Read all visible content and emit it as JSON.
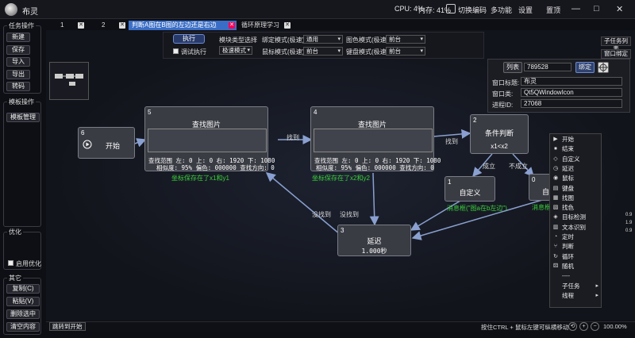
{
  "app": {
    "title": "布灵"
  },
  "system": {
    "cpu": "CPU: 4%",
    "mem": "内存: 41%",
    "switch_code": "切换编码",
    "multi_monitor": "多功能",
    "settings": "设置",
    "pin": "置顶"
  },
  "window_controls": {
    "minimize": "—",
    "maximize": "□",
    "close": "✕"
  },
  "tabs": [
    {
      "label": "1",
      "close": "✕"
    },
    {
      "label": "2",
      "close": "✕"
    },
    {
      "label": "判断A图在B图的左边还是右边",
      "close": "✕"
    },
    {
      "label": "循环原理学习",
      "close": "✕"
    }
  ],
  "sidebar": {
    "task_group": "任务操作",
    "task_buttons": [
      "新建",
      "保存",
      "导入",
      "导出",
      "转码"
    ],
    "template_group": "模板操作",
    "template_button": "模板管理",
    "optimize_group": "优化",
    "optimize_checkbox": "启用优化",
    "other_group": "其它",
    "other_buttons": [
      "复制(C)",
      "粘贴(V)",
      "删除选中",
      "清空内容"
    ]
  },
  "toolbar": {
    "execute": "执行",
    "debug_exec": "调试执行",
    "bind_type_label": "模块类型选择",
    "bind_type_value": "极速模式",
    "bind_mode_label": "绑定模式(极速):",
    "bind_mode_value": "通用",
    "mouse_mode_label": "鼠标模式(极速):",
    "mouse_mode_value": "前台",
    "image_mode_label": "图色模式(极速):",
    "image_mode_value": "前台",
    "keyboard_mode_label": "键盘模式(极速):",
    "keyboard_mode_value": "前台"
  },
  "window_panel": {
    "list_button": "列表",
    "handle": "789528",
    "bind_button": "绑定",
    "title_label": "窗口标题:",
    "title_value": "布灵",
    "class_label": "窗口类:",
    "class_value": "Qt5QWindowIcon",
    "pid_label": "进程ID:",
    "pid_value": "27068"
  },
  "right_tabs": {
    "subtask_list": "子任务列表",
    "window_bind": "窗口绑定"
  },
  "right_edge": [
    "0.9",
    "1.9",
    "0.9"
  ],
  "nodes": {
    "start": {
      "num": "6",
      "title": "开始"
    },
    "find1": {
      "num": "5",
      "title": "查找图片",
      "line1": "查找范围 左: 0 上: 0 右: 1920 下: 1080",
      "line2": "相似度: 95% 偏色: 000000 查找方向: 0",
      "caption": "坐标保存在了x1和y1"
    },
    "find2": {
      "num": "4",
      "title": "查找图片",
      "line1": "查找范围 左: 0 上: 0 右: 1920 下: 1080",
      "line2": "相似度: 95% 偏色: 000000 查找方向: 0",
      "caption": "坐标保存在了x2和y2"
    },
    "cond": {
      "num": "2",
      "title": "条件判断",
      "expr": "x1<x2"
    },
    "custom1": {
      "num": "1",
      "title": "自定义",
      "caption": "消息框(\"图a在b左边\")"
    },
    "custom0": {
      "num": "0",
      "title": "自定",
      "caption": "消息框("
    },
    "delay": {
      "num": "3",
      "title": "延迟",
      "value": "1.000秒"
    }
  },
  "edge_labels": {
    "found1": "找到",
    "found2": "找到",
    "success": "成立",
    "fail": "不成立",
    "notfound1": "没找到",
    "notfound2": "没找到"
  },
  "context_menu": [
    {
      "icon": "▶",
      "label": "开始"
    },
    {
      "icon": "⏹",
      "label": "结束"
    },
    {
      "icon": "◇",
      "label": "自定义"
    },
    {
      "icon": "◷",
      "label": "延迟"
    },
    {
      "icon": "◉",
      "label": "鼠标"
    },
    {
      "icon": "▤",
      "label": "键盘"
    },
    {
      "icon": "▦",
      "label": "找图"
    },
    {
      "icon": "▧",
      "label": "找色"
    },
    {
      "icon": "◈",
      "label": "目标检测"
    },
    {
      "icon": "▥",
      "label": "文本识别"
    },
    {
      "icon": "◔",
      "label": "定时"
    },
    {
      "icon": "⑂",
      "label": "判断"
    },
    {
      "icon": "↻",
      "label": "循环"
    },
    {
      "icon": "⚄",
      "label": "随机"
    },
    {
      "icon": "",
      "label": "----"
    },
    {
      "icon": "",
      "label": "子任务",
      "arrow": "▸"
    },
    {
      "icon": "",
      "label": "线程",
      "arrow": "▸"
    }
  ],
  "status": {
    "jump_start": "跳转到开始",
    "hint": "按住CTRL + 鼠标左键可纵横移动",
    "zoom": "100.00%"
  }
}
